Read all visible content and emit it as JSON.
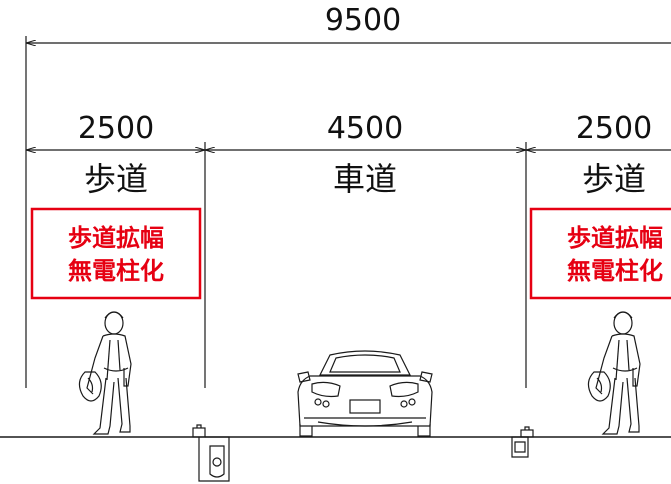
{
  "dimensions": {
    "total": "9500",
    "sidewalk_left": "2500",
    "roadway": "4500",
    "sidewalk_right": "2500"
  },
  "labels": {
    "sidewalk_left": "歩道",
    "roadway": "車道",
    "sidewalk_right": "歩道"
  },
  "notes": {
    "left": {
      "line1": "歩道拡幅",
      "line2": "無電柱化"
    },
    "right": {
      "line1": "歩道拡幅",
      "line2": "無電柱化"
    }
  },
  "colors": {
    "line": "#1a1a1a",
    "accent": "#e60012"
  }
}
